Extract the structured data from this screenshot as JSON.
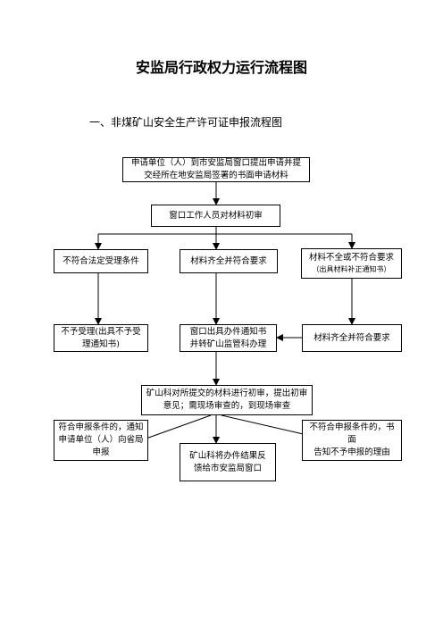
{
  "title": "安监局行政权力运行流程图",
  "subtitle": "一、非煤矿山安全生产许可证申报流程图",
  "boxes": {
    "apply": [
      "申请单位（人）到市安监局窗口提出申请并提",
      "交经所在地安监局签署的书面申请材料"
    ],
    "initial_review": "窗口工作人员对材料初审",
    "not_legal": "不符合法定受理条件",
    "complete": "材料齐全并符合要求",
    "incomplete": "材料不全或不符合要求",
    "incomplete_note": "（出具材料补正通知书）",
    "reject": [
      "不予受理(出具不予受",
      "理通知书)"
    ],
    "issue_notice": [
      "窗口出具办件通知书",
      "并转矿山监管科办理"
    ],
    "complete_after": "材料齐全并符合要求",
    "mine_review": [
      "矿山科对所提交的材料进行初审，提出初审",
      "意见；需现场审查的，到现场审查"
    ],
    "approve_notify": [
      "符合申报条件的，通知",
      "申请单位（人）向省局",
      "申报"
    ],
    "feedback": [
      "矿山科将办件结果反",
      "馈给市安监局窗口"
    ],
    "deny_notify": [
      "不符合申报条件的，书面",
      "告知不予申报的理由"
    ]
  }
}
